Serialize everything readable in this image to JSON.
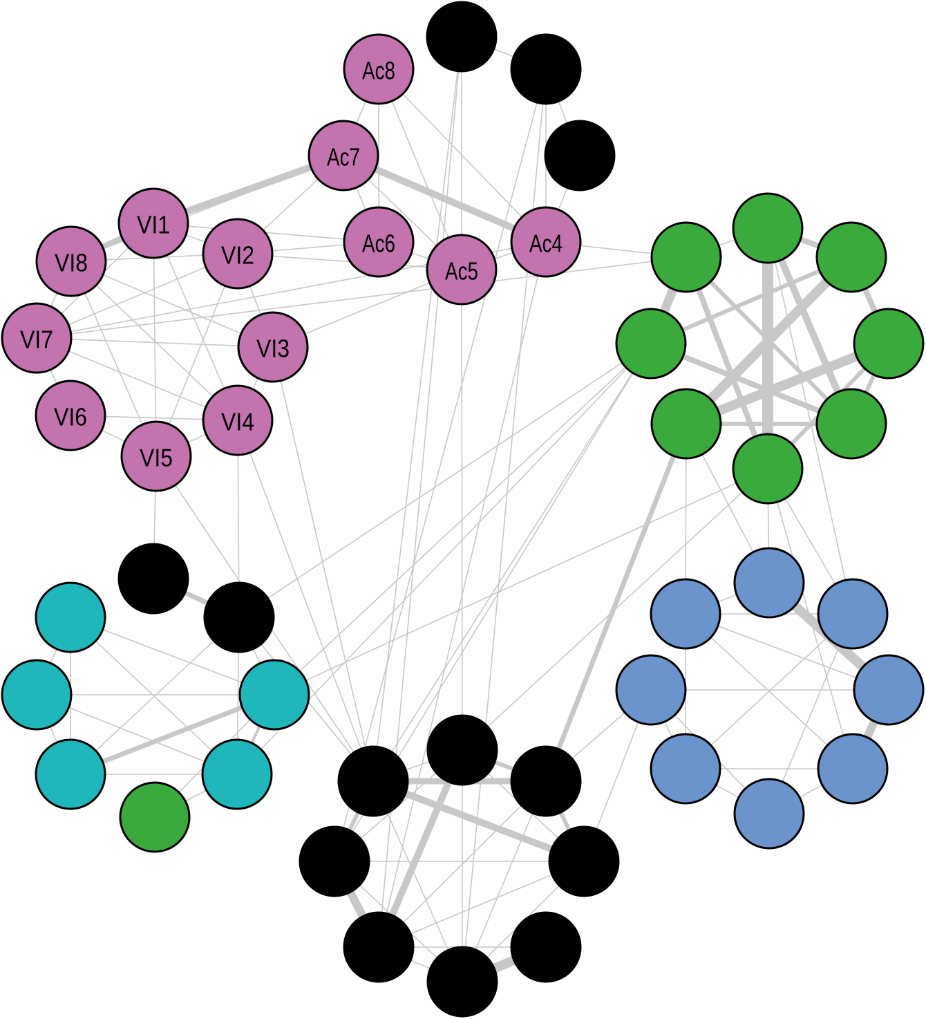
{
  "colors": {
    "purple": "#C373AE",
    "green": "#3BAA3C",
    "blue": "#6B94CC",
    "cyan": "#1FB6BC",
    "black": "#000000",
    "edge": "#C8C8C8"
  },
  "nodes": [
    {
      "label": "Ac8",
      "color": "purple"
    },
    {
      "label": "Ac7",
      "color": "purple"
    },
    {
      "label": "Ac6",
      "color": "purple"
    },
    {
      "label": "Ac5",
      "color": "purple"
    },
    {
      "label": "Ac4",
      "color": "purple"
    },
    {
      "label": "VI1",
      "color": "purple"
    },
    {
      "label": "VI2",
      "color": "purple"
    },
    {
      "label": "VI3",
      "color": "purple"
    },
    {
      "label": "VI4",
      "color": "purple"
    },
    {
      "label": "VI5",
      "color": "purple"
    },
    {
      "label": "VI6",
      "color": "purple"
    },
    {
      "label": "VI7",
      "color": "purple"
    },
    {
      "label": "VI8",
      "color": "purple"
    },
    {
      "label": "",
      "color": "black"
    },
    {
      "label": "",
      "color": "black"
    },
    {
      "label": "",
      "color": "black"
    },
    {
      "label": "",
      "color": "green"
    },
    {
      "label": "",
      "color": "green"
    },
    {
      "label": "",
      "color": "green"
    },
    {
      "label": "",
      "color": "green"
    },
    {
      "label": "",
      "color": "green"
    },
    {
      "label": "",
      "color": "green"
    },
    {
      "label": "",
      "color": "green"
    },
    {
      "label": "",
      "color": "green"
    },
    {
      "label": "",
      "color": "blue"
    },
    {
      "label": "",
      "color": "blue"
    },
    {
      "label": "",
      "color": "blue"
    },
    {
      "label": "",
      "color": "blue"
    },
    {
      "label": "",
      "color": "blue"
    },
    {
      "label": "",
      "color": "blue"
    },
    {
      "label": "",
      "color": "blue"
    },
    {
      "label": "",
      "color": "blue"
    },
    {
      "label": "",
      "color": "cyan"
    },
    {
      "label": "",
      "color": "cyan"
    },
    {
      "label": "",
      "color": "cyan"
    },
    {
      "label": "",
      "color": "cyan"
    },
    {
      "label": "",
      "color": "cyan"
    },
    {
      "label": "",
      "color": "green"
    },
    {
      "label": "",
      "color": "black"
    },
    {
      "label": "",
      "color": "black"
    },
    {
      "label": "",
      "color": "black"
    },
    {
      "label": "",
      "color": "black"
    },
    {
      "label": "",
      "color": "black"
    },
    {
      "label": "",
      "color": "black"
    },
    {
      "label": "",
      "color": "black"
    },
    {
      "label": "",
      "color": "black"
    },
    {
      "label": "",
      "color": "black"
    },
    {
      "label": "",
      "color": "black"
    }
  ],
  "edges": [
    [
      5,
      1,
      10
    ],
    [
      1,
      4,
      10
    ],
    [
      5,
      12,
      8
    ],
    [
      38,
      39,
      7
    ],
    [
      34,
      35,
      7
    ],
    [
      34,
      36,
      4
    ],
    [
      41,
      42,
      9
    ],
    [
      41,
      44,
      10
    ],
    [
      40,
      45,
      10
    ],
    [
      43,
      45,
      12
    ],
    [
      41,
      43,
      6
    ],
    [
      46,
      47,
      14
    ],
    [
      40,
      42,
      6
    ],
    [
      42,
      44,
      6
    ],
    [
      21,
      42,
      7
    ],
    [
      16,
      19,
      13
    ],
    [
      17,
      23,
      16
    ],
    [
      17,
      22,
      10
    ],
    [
      18,
      21,
      14
    ],
    [
      20,
      21,
      14
    ],
    [
      16,
      23,
      8
    ],
    [
      17,
      18,
      8
    ],
    [
      18,
      20,
      8
    ],
    [
      19,
      22,
      8
    ],
    [
      21,
      18,
      10
    ],
    [
      22,
      20,
      6
    ],
    [
      16,
      22,
      6
    ],
    [
      19,
      18,
      6
    ],
    [
      21,
      22,
      6
    ],
    [
      23,
      20,
      6
    ],
    [
      24,
      28,
      14
    ],
    [
      28,
      30,
      12
    ],
    [
      0,
      1,
      1
    ],
    [
      0,
      2,
      1
    ],
    [
      0,
      3,
      1
    ],
    [
      0,
      4,
      1
    ],
    [
      1,
      2,
      1
    ],
    [
      1,
      3,
      1
    ],
    [
      1,
      6,
      1
    ],
    [
      1,
      12,
      1
    ],
    [
      2,
      3,
      1
    ],
    [
      2,
      6,
      1
    ],
    [
      2,
      5,
      1
    ],
    [
      3,
      4,
      1
    ],
    [
      3,
      6,
      1
    ],
    [
      3,
      40,
      1
    ],
    [
      3,
      7,
      1
    ],
    [
      4,
      16,
      1
    ],
    [
      4,
      45,
      1
    ],
    [
      4,
      11,
      1
    ],
    [
      13,
      14,
      1
    ],
    [
      13,
      3,
      1
    ],
    [
      13,
      45,
      1
    ],
    [
      13,
      41,
      1
    ],
    [
      14,
      15,
      1
    ],
    [
      14,
      4,
      1
    ],
    [
      14,
      47,
      1
    ],
    [
      14,
      43,
      1
    ],
    [
      15,
      4,
      1
    ],
    [
      5,
      6,
      1
    ],
    [
      5,
      8,
      1
    ],
    [
      5,
      11,
      1
    ],
    [
      5,
      9,
      1
    ],
    [
      6,
      12,
      1
    ],
    [
      6,
      7,
      1
    ],
    [
      6,
      9,
      1
    ],
    [
      6,
      11,
      1
    ],
    [
      7,
      11,
      1
    ],
    [
      7,
      12,
      1
    ],
    [
      7,
      8,
      1
    ],
    [
      7,
      41,
      1
    ],
    [
      8,
      9,
      1
    ],
    [
      8,
      12,
      1
    ],
    [
      8,
      11,
      1
    ],
    [
      8,
      39,
      1
    ],
    [
      8,
      41,
      1
    ],
    [
      9,
      10,
      1
    ],
    [
      9,
      12,
      1
    ],
    [
      9,
      38,
      1
    ],
    [
      9,
      41,
      1
    ],
    [
      10,
      11,
      1
    ],
    [
      10,
      8,
      1
    ],
    [
      11,
      12,
      1
    ],
    [
      16,
      17,
      1
    ],
    [
      16,
      11,
      1
    ],
    [
      19,
      41,
      1
    ],
    [
      19,
      34,
      1
    ],
    [
      19,
      36,
      1
    ],
    [
      19,
      39,
      1
    ],
    [
      19,
      43,
      1
    ],
    [
      21,
      24,
      1
    ],
    [
      21,
      25,
      1
    ],
    [
      23,
      24,
      1
    ],
    [
      23,
      26,
      1
    ],
    [
      23,
      30,
      1
    ],
    [
      23,
      34,
      1
    ],
    [
      23,
      40,
      1
    ],
    [
      17,
      26,
      1
    ],
    [
      24,
      25,
      1
    ],
    [
      25,
      26,
      1
    ],
    [
      25,
      28,
      1
    ],
    [
      25,
      29,
      1
    ],
    [
      26,
      31,
      1
    ],
    [
      27,
      28,
      1
    ],
    [
      27,
      29,
      1
    ],
    [
      27,
      31,
      1
    ],
    [
      27,
      42,
      1
    ],
    [
      27,
      44,
      1
    ],
    [
      29,
      31,
      1
    ],
    [
      29,
      30,
      1
    ],
    [
      30,
      31,
      1
    ],
    [
      26,
      29,
      1
    ],
    [
      25,
      30,
      1
    ],
    [
      32,
      33,
      1
    ],
    [
      32,
      34,
      1
    ],
    [
      32,
      36,
      1
    ],
    [
      32,
      35,
      1
    ],
    [
      33,
      34,
      1
    ],
    [
      33,
      35,
      1
    ],
    [
      33,
      36,
      1
    ],
    [
      35,
      36,
      1
    ],
    [
      35,
      39,
      1
    ],
    [
      36,
      37,
      1
    ],
    [
      37,
      34,
      1
    ],
    [
      39,
      34,
      1
    ],
    [
      39,
      41,
      1
    ],
    [
      39,
      36,
      1
    ],
    [
      40,
      41,
      1
    ],
    [
      40,
      43,
      1
    ],
    [
      40,
      47,
      1
    ],
    [
      41,
      47,
      1
    ],
    [
      42,
      45,
      1
    ],
    [
      43,
      44,
      1
    ],
    [
      44,
      45,
      1
    ],
    [
      44,
      47,
      1
    ],
    [
      45,
      46,
      1
    ],
    [
      45,
      47,
      1
    ],
    [
      42,
      47,
      1
    ],
    [
      43,
      47,
      1
    ],
    [
      40,
      44,
      1
    ]
  ]
}
